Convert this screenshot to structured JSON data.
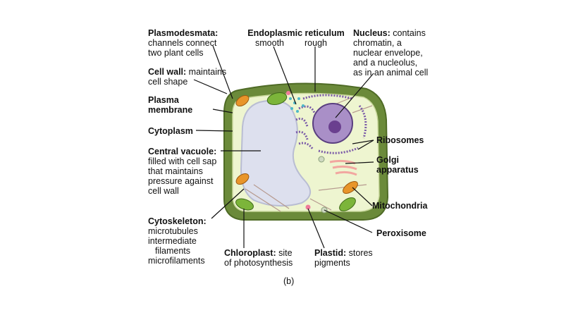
{
  "figure": {
    "caption": "(b)",
    "labels": {
      "plasmodesmata": {
        "title": "Plasmodesmata:",
        "lines": [
          "channels connect",
          "two plant cells"
        ]
      },
      "cell_wall": {
        "title": "Cell wall:",
        "rest": "maintains",
        "lines": [
          "cell shape"
        ]
      },
      "plasma_membrane": {
        "lines": [
          "Plasma",
          "membrane"
        ]
      },
      "cytoplasm": {
        "title": "Cytoplasm"
      },
      "central_vacuole": {
        "title": "Central vacuole:",
        "lines": [
          "filled with cell sap",
          "that maintains",
          "pressure against",
          "cell wall"
        ]
      },
      "cytoskeleton": {
        "title": "Cytoskeleton:",
        "lines": [
          "microtubules",
          "intermediate",
          "filaments",
          "microfilaments"
        ]
      },
      "er": {
        "title": "Endoplasmic reticulum",
        "smooth": "smooth",
        "rough": "rough"
      },
      "nucleus": {
        "title": "Nucleus:",
        "rest": "contains",
        "lines": [
          "chromatin, a",
          "nuclear envelope,",
          "and a nucleolus,",
          "as in an animal cell"
        ]
      },
      "ribosomes": {
        "title": "Ribosomes"
      },
      "golgi": {
        "lines": [
          "Golgi",
          "apparatus"
        ]
      },
      "mitochondria": {
        "title": "Mitochondria"
      },
      "peroxisome": {
        "title": "Peroxisome"
      },
      "chloroplast": {
        "title": "Chloroplast:",
        "rest": "site",
        "lines": [
          "of photosynthesis"
        ]
      },
      "plastid": {
        "title": "Plastid:",
        "rest": "stores",
        "lines": [
          "pigments"
        ]
      }
    }
  },
  "colors": {
    "cell_wall": "#6b8a3a",
    "cell_wall_dark": "#4f6b26",
    "cytoplasm": "#eef5d0",
    "vacuole": "#dde0ee",
    "vacuole_edge": "#b9bdd3",
    "nucleus": "#a98fc7",
    "nucleolus": "#6a3f8f",
    "rough_er": "#7a5aa8",
    "smooth_er": "#4db8c8",
    "mitochondria": "#e8952a",
    "chloroplast": "#7cb53a",
    "golgi": "#f2a7a0",
    "peroxisome": "#f07a9a",
    "line": "#111111"
  }
}
